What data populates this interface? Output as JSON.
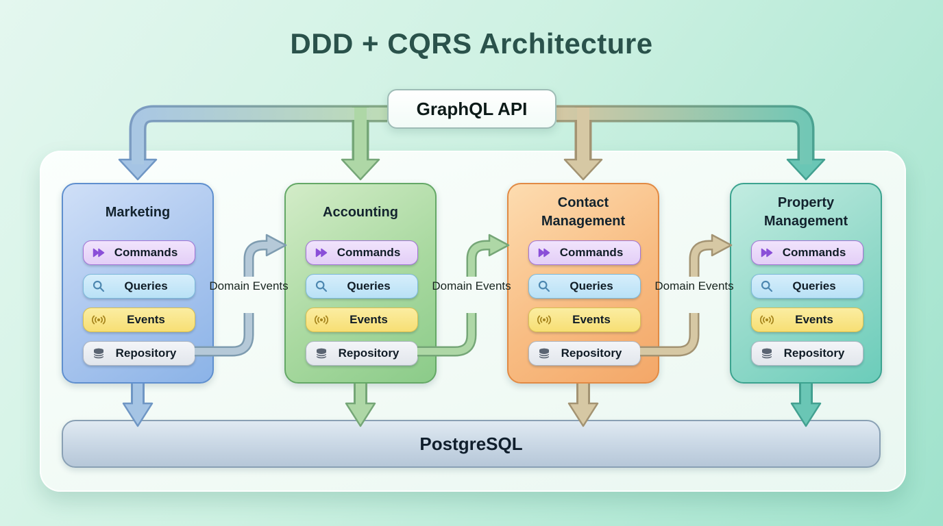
{
  "title": "DDD + CQRS Architecture",
  "api": {
    "label": "GraphQL API"
  },
  "database": {
    "label": "PostgreSQL"
  },
  "flow_label": "Domain Events",
  "domains": [
    {
      "name": "Marketing",
      "accent": "#5f8fce",
      "arrow": "#a5c4e4"
    },
    {
      "name": "Accounting",
      "accent": "#64a866",
      "arrow": "#aed7a6"
    },
    {
      "name": "Contact Management",
      "accent": "#e18a44",
      "arrow": "#d6c8a4"
    },
    {
      "name": "Property Management",
      "accent": "#3ba38f",
      "arrow": "#6ac6b5"
    }
  ],
  "components": [
    {
      "label": "Commands",
      "icon": "fast-forward-icon",
      "color": "#8a4fd8"
    },
    {
      "label": "Queries",
      "icon": "search-icon",
      "color": "#4d87b0"
    },
    {
      "label": "Events",
      "icon": "broadcast-icon",
      "color": "#a8871f"
    },
    {
      "label": "Repository",
      "icon": "database-icon",
      "color": "#5a6472"
    }
  ],
  "colors": {
    "background_start": "#e4f7ef",
    "background_end": "#9fe2cc",
    "title_text": "#2a524b",
    "boundary_fill": "#f7fdfa",
    "postgres_fill": "#c8d6e4"
  }
}
